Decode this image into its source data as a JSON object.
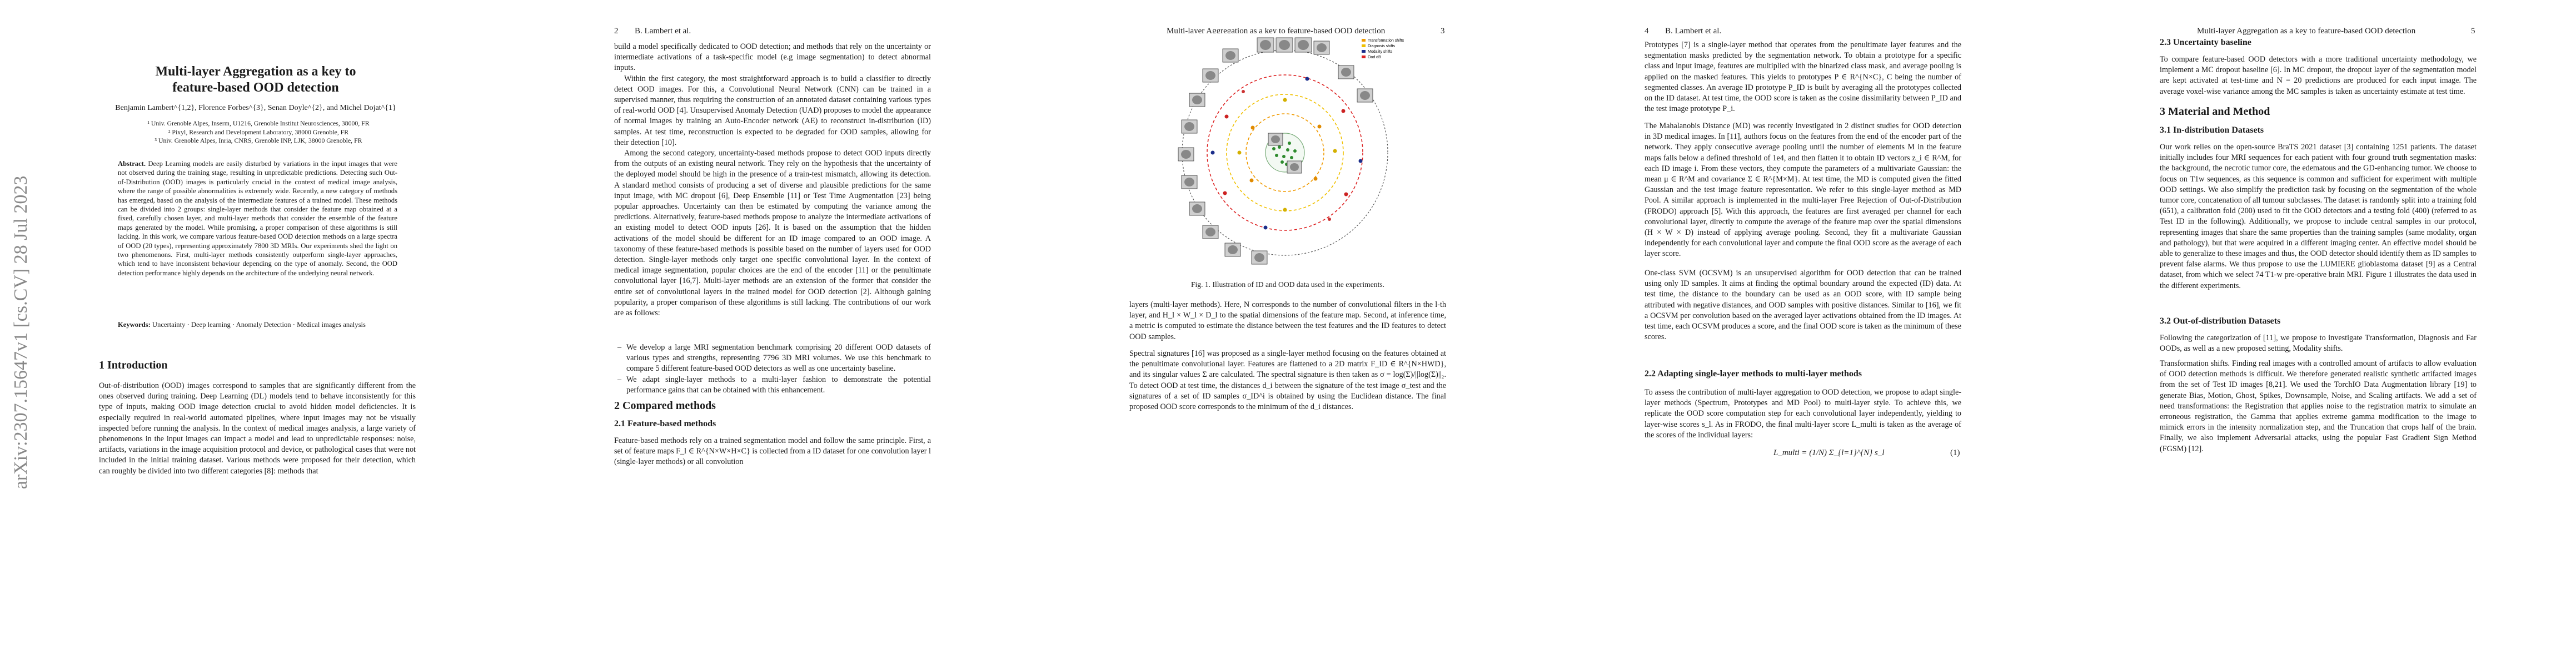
{
  "arxiv_stamp": "arXiv:2307.15647v1  [cs.CV]  28 Jul 2023",
  "p1": {
    "title": "Multi-layer Aggregation as a key to feature-based OOD detection",
    "authors": "Benjamin Lambert^{1,2}, Florence Forbes^{3}, Senan Doyle^{2}, and Michel Dojat^{1}",
    "affil1": "¹ Univ. Grenoble Alpes, Inserm, U1216, Grenoble Institut Neurosciences, 38000, FR",
    "affil2": "² Pixyl, Research and Development Laboratory, 38000 Grenoble, FR",
    "affil3": "³ Univ. Grenoble Alpes, Inria, CNRS, Grenoble INP, LJK, 38000 Grenoble, FR",
    "abstract_label": "Abstract.",
    "abstract": "Deep Learning models are easily disturbed by variations in the input images that were not observed during the training stage, resulting in unpredictable predictions. Detecting such Out-of-Distribution (OOD) images is particularly crucial in the context of medical image analysis, where the range of possible abnormalities is extremely wide. Recently, a new category of methods has emerged, based on the analysis of the intermediate features of a trained model. These methods can be divided into 2 groups: single-layer methods that consider the feature map obtained at a fixed, carefully chosen layer, and multi-layer methods that consider the ensemble of the feature maps generated by the model. While promising, a proper comparison of these algorithms is still lacking. In this work, we compare various feature-based OOD detection methods on a large spectra of OOD (20 types), representing approximately 7800 3D MRIs. Our experiments shed the light on two phenomenons. First, multi-layer methods consistently outperform single-layer approaches, which tend to have inconsistent behaviour depending on the type of anomaly. Second, the OOD detection performance highly depends on the architecture of the underlying neural network.",
    "keywords_label": "Keywords:",
    "keywords": "Uncertainty · Deep learning · Anomaly Detection · Medical images analysis",
    "intro_heading": "1   Introduction",
    "intro": "Out-of-distribution (OOD) images correspond to samples that are significantly different from the ones observed during training. Deep Learning (DL) models tend to behave inconsistently for this type of inputs, making OOD image detection crucial to avoid hidden model deficiencies. It is especially required in real-world automated pipelines, where input images may not be visually inspected before running the analysis. In the context of medical images analysis, a large variety of phenomenons in the input images can impact a model and lead to unpredictable responses: noise, artifacts, variations in the image acquisition protocol and device, or pathological cases that were not included in the initial training dataset. Various methods were proposed for their detection, which can roughly be divided into two different categories [8]: methods that"
  },
  "p2": {
    "page_no": "2",
    "running": "B. Lambert et al.",
    "para1": "build a model specifically dedicated to OOD detection; and methods that rely on the uncertainty or intermediate activations of a task-specific model (e.g image segmentation) to detect abnormal inputs.",
    "para2": "Within the first category, the most straightforward approach is to build a classifier to directly detect OOD images. For this, a Convolutional Neural Network (CNN) can be trained in a supervised manner, thus requiring the construction of an annotated dataset containing various types of real-world OOD [4]. Unsupervised Anomaly Detection (UAD) proposes to model the appearance of normal images by training an Auto-Encoder network (AE) to reconstruct in-distribution (ID) samples. At test time, reconstruction is expected to be degraded for OOD samples, allowing for their detection [10].",
    "para3": "Among the second category, uncertainty-based methods propose to detect OOD inputs directly from the outputs of an existing neural network. They rely on the hypothesis that the uncertainty of the deployed model should be high in the presence of a train-test mismatch, allowing its detection. A standard method consists of producing a set of diverse and plausible predictions for the same input image, with MC dropout [6], Deep Ensemble [11] or Test Time Augmentation [23] being popular approaches. Uncertainty can then be estimated by computing the variance among the predictions. Alternatively, feature-based methods propose to analyze the intermediate activations of an existing model to detect OOD inputs [26]. It is based on the assumption that the hidden activations of the model should be different for an ID image compared to an OOD image. A taxonomy of these feature-based methods is possible based on the number of layers used for OOD detection. Single-layer methods only target one specific convolutional layer. In the context of medical image segmentation, popular choices are the end of the encoder [11] or the penultimate convolutional layer [16,7]. Multi-layer methods are an extension of the former that consider the entire set of convolutional layers in the trained model for OOD detection [2]. Although gaining popularity, a proper comparison of these algorithms is still lacking. The contributions of our work are as follows:",
    "bullets": [
      "We develop a large MRI segmentation benchmark comprising 20 different OOD datasets of various types and strengths, representing 7796 3D MRI volumes. We use this benchmark to compare 5 different feature-based OOD detectors as well as one uncertainty baseline.",
      "We adapt single-layer methods to a multi-layer fashion to demonstrate the potential performance gains that can be obtained with this enhancement."
    ],
    "sec2_heading": "2   Compared methods",
    "sec21_heading": "2.1   Feature-based methods",
    "sec21_text": "Feature-based methods rely on a trained segmentation model and follow the same principle. First, a set of feature maps F_l ∈ R^{N×W×H×C} is collected from a ID dataset for one convolution layer l (single-layer methods) or all convolution"
  },
  "p3": {
    "page_no": "3",
    "running": "Multi-layer Aggregation as a key to feature-based OOD detection",
    "legend": [
      "Transformation shifts",
      "Diagnosis shifts",
      "Modality shifts",
      "Ood dB"
    ],
    "fig_caption": "Fig. 1. Illustration of ID and OOD data used in the experiments.",
    "para1": "layers (multi-layer methods). Here, N corresponds to the number of convolutional filters in the l-th layer, and H_l × W_l × D_l to the spatial dimensions of the feature map. Second, at inference time, a metric is computed to estimate the distance between the test features and the ID features to detect OOD samples.",
    "spectral": "Spectral signatures [16] was proposed as a single-layer method focusing on the features obtained at the penultimate convolutional layer. Features are flattened to a 2D matrix F_ID ∈ R^{N×HWD}, and its singular values Σ are calculated. The spectral signature is then taken as σ = log(Σ)/||log(Σ)||₂. To detect OOD at test time, the distances d_i between the signature of the test image σ_test and the signatures of a set of ID samples σ_ID^i is obtained by using the Euclidean distance. The final proposed OOD score corresponds to the minimum of the d_i distances."
  },
  "p4": {
    "page_no": "4",
    "running": "B. Lambert et al.",
    "prototypes": "Prototypes [7] is a single-layer method that operates from the penultimate layer features and the segmentation masks predicted by the segmentation network. To obtain a prototype for a specific class and input image, features are multiplied with the binarized class mask, and average pooling is applied on the masked features. This yields to prototypes P ∈ R^{N×C}, C being the number of segmented classes. An average ID prototype P_ID is built by averaging all the prototypes collected on the ID dataset. At test time, the OOD score is taken as the cosine dissimilarity between P_ID and the test image prototype P_i.",
    "mahalanobis": "The Mahalanobis Distance (MD) was recently investigated in 2 distinct studies for OOD detection in 3D medical images. In [11], authors focus on the features from the end of the encoder part of the network. They apply consecutive average pooling until the number of elements M in the feature maps falls below a defined threshold of 1e4, and then flatten it to obtain ID vectors z_i ∈ R^M, for each ID image i. From these vectors, they compute the parameters of a multivariate Gaussian: the mean μ ∈ R^M and covariance Σ ∈ R^{M×M}. At test time, the MD is computed given the fitted Gaussian and the test image feature representation. We refer to this single-layer method as MD Pool. A similar approach is implemented in the multi-layer Free Rejection of Out-of-Distribution (FRODO) approach [5]. With this approach, the features are first averaged per channel for each convolutional layer, directly to compute the average of the feature map over the spatial dimensions (H × W × D) instead of applying average pooling. Second, they fit a multivariate Gaussian independently for each convolutional layer and compute the final OOD score as the average of each layer score.",
    "ocsvm": "One-class SVM (OCSVM) is an unsupervised algorithm for OOD detection that can be trained using only ID samples. It aims at finding the optimal boundary around the expected (ID) data. At test time, the distance to the boundary can be used as an OOD score, with ID sample being attributed with negative distances, and OOD samples with positive distances. Similar to [16], we fit a OCSVM per convolution based on the averaged layer activations obtained from the ID images. At test time, each OCSVM produces a score, and the final OOD score is taken as the minimum of these scores.",
    "sec22_heading": "2.2   Adapting single-layer methods to multi-layer methods",
    "sec22_text": "To assess the contribution of multi-layer aggregation to OOD detection, we propose to adapt single-layer methods (Spectrum, Prototypes and MD Pool) to multi-layer style. To achieve this, we replicate the OOD score computation step for each convolutional layer independently, yielding to layer-wise scores s_l. As in FRODO, the final multi-layer score L_multi is taken as the average of the scores of the individual layers:",
    "equation": "L_multi = (1/N) Σ_{l=1}^{N} s_l",
    "eq_no": "(1)"
  },
  "p5": {
    "page_no": "5",
    "running": "Multi-layer Aggregation as a key to feature-based OOD detection",
    "sec23_heading": "2.3   Uncertainty baseline",
    "sec23_text": "To compare feature-based OOD detectors with a more traditional uncertainty methodology, we implement a MC dropout baseline [6]. In MC dropout, the dropout layer of the segmentation model are kept activated at test-time and N = 20 predictions are produced for each input image. The average voxel-wise variance among the MC samples is taken as uncertainty estimate at test time.",
    "sec3_heading": "3   Material and Method",
    "sec31_heading": "3.1   In-distribution Datasets",
    "sec31_text": "Our work relies on the open-source BraTS 2021 dataset [3] containing 1251 patients. The dataset initially includes four MRI sequences for each patient with four ground truth segmentation masks: the background, the necrotic tumor core, the edematous and the GD-enhancing tumor. We choose to focus on T1w sequences, as this sequence is common and sufficient for experiment with multiple OOD settings. We also simplify the prediction task by focusing on the segmentation of the whole tumor core, concatenation of all tumour subclasses. The dataset is randomly split into a training fold (651), a calibration fold (200) used to fit the OOD detectors and a testing fold (400) (referred to as Test ID in the following). Additionally, we propose to include central samples in our protocol, representing images that share the same properties than the training samples (same modality, organ and pathology), but that were acquired in a different imaging center. An effective model should be able to generalize to these images and thus, the OOD detector should identify them as ID samples to prevent false alarms. We thus propose to use the LUMIERE glioblastoma dataset [9] as a Central dataset, from which we select 74 T1-w pre-operative brain MRI. Figure 1 illustrates the data used in the different experiments.",
    "sec32_heading": "3.2   Out-of-distribution Datasets",
    "sec32_text": "Following the categorization of [11], we propose to investigate Transformation, Diagnosis and Far OODs, as well as a new proposed setting, Modality shifts.",
    "transform": "Transformation shifts. Finding real images with a controlled amount of artifacts to allow evaluation of OOD detection methods is difficult. We therefore generated realistic synthetic artifacted images from the set of Test ID images [8,21]. We used the TorchIO Data Augmentation library [19] to generate Bias, Motion, Ghost, Spikes, Downsample, Noise, and Scaling artifacts. We add a set of need transformations: the Registration that applies noise to the registration matrix to simulate an erroneous registration, the Gamma that applies extreme gamma modification to the image to mimick errors in the intensity normalization step, and the Truncation that crops half of the brain. Finally, we also implement Adversarial attacks, using the popular Fast Gradient Sign Method (FGSM) [12]."
  }
}
